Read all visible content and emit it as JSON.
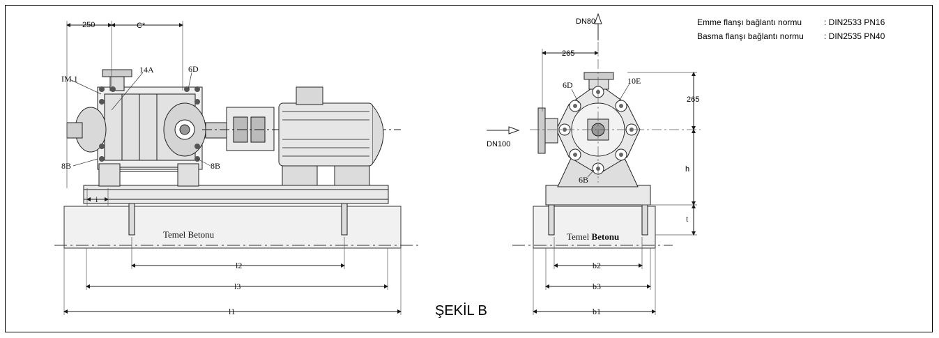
{
  "figure_title": "ŞEKİL B",
  "standards": {
    "suction": {
      "label": "Emme flanşı bağlantı normu",
      "value": ": DIN2533  PN16"
    },
    "discharge": {
      "label": "Basma flanşı bağlantı normu",
      "value": ": DIN2535  PN40"
    }
  },
  "side_view": {
    "dims": {
      "d250": "250",
      "c": "C*",
      "i": "i",
      "l1": "l1",
      "l2": "l2",
      "l3": "l3"
    },
    "parts": {
      "im1": "IM.1",
      "p14a": "14A",
      "p6d": "6D",
      "p8b_left": "8B",
      "p8b_right": "8B"
    },
    "foundation": "Temel Betonu"
  },
  "front_view": {
    "outlet": "DN80",
    "inlet": "DN100",
    "dims": {
      "d265_top": "265",
      "d265_side": "265",
      "h": "h",
      "t": "t",
      "b1": "b1",
      "b2": "b2",
      "b3": "b3"
    },
    "parts": {
      "p6d": "6D",
      "p10e": "10E",
      "p6b": "6B"
    },
    "foundation_prefix": "Temel ",
    "foundation_bold": "Betonu"
  },
  "colors": {
    "line": "#1a1a1a",
    "shade": "#d9d9d9",
    "dark": "#555555",
    "foundation": "#f1f1f1"
  }
}
